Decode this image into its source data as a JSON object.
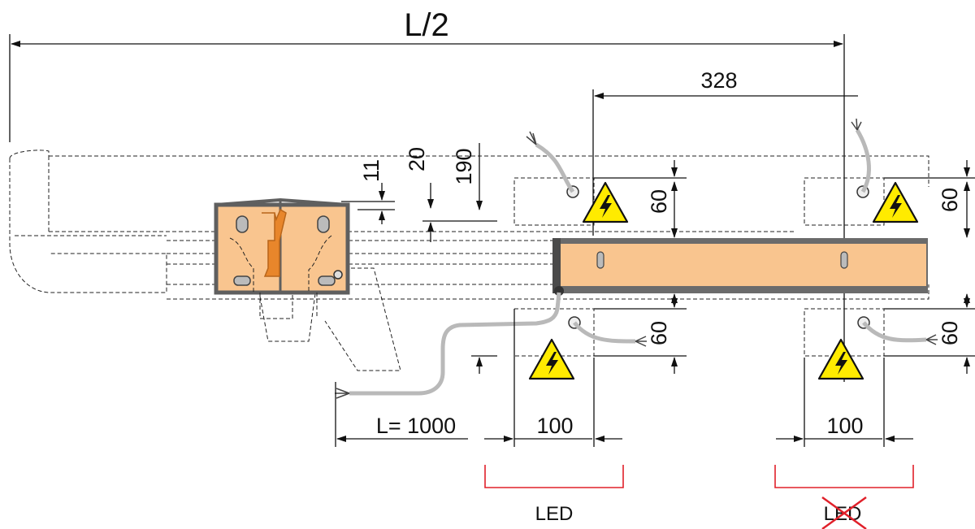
{
  "dimensions": {
    "half_length": "L/2",
    "offset_328": "328",
    "d11": "11",
    "d20": "20",
    "d190": "190",
    "d60_top_left": "60",
    "d60_top_right": "60",
    "d60_bottom_left": "60",
    "d60_bottom_right": "60",
    "cable_length": "L= 1000",
    "width_100_left": "100",
    "width_100_right": "100"
  },
  "led": {
    "left_label": "LED",
    "right_label": "LED",
    "right_crossed": true
  },
  "colors": {
    "beam": "#f9c58f",
    "beam_frame": "#6b6b6b",
    "zone": "#d9d9d9",
    "warning": "#ffeb00",
    "led_bracket": "#e0202a",
    "cable": "#b9b9b9"
  }
}
